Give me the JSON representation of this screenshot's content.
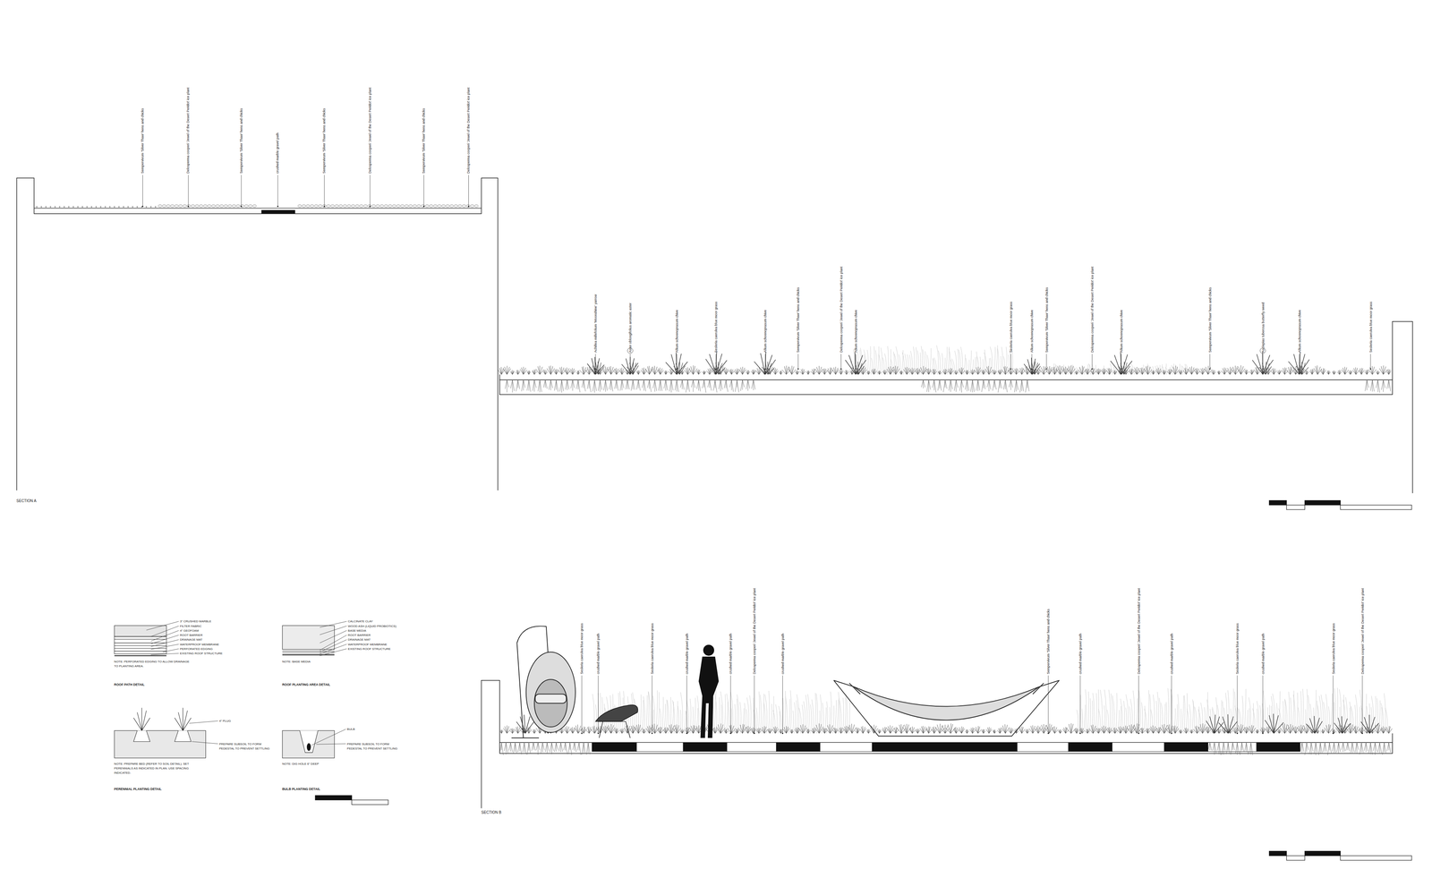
{
  "diagram": {
    "labels": [
      "Sempervivum 'Silver Thaw' hens and chicks",
      "Delosperma cooperi 'Jewel of the Desert Peridot' ice plant",
      "Sempervivum 'Silver Thaw' hens and chicks",
      "crushed marble gravel path",
      "Sempervivum 'Silver Thaw' hens and chicks",
      "Delosperma cooperi 'Jewel of the Desert Peridot' ice plant",
      "Sempervivum 'Silver Thaw' hens and chicks",
      "Delosperma cooperi 'Jewel of the Desert Peridot' ice plant",
      "Achillea millefolium 'Moonshine' yarrow",
      "Aster oblongifolius aromatic aster",
      "Allium schoenoprasum chive",
      "Sesleria caerulea blue moor grass",
      "Allium schoenoprasum chive",
      "Sempervivum 'Silver Thaw' hens and chicks",
      "Delosperma cooperi 'Jewel of the Desert Peridot' ice plant",
      "Allium schoenoprasum chive",
      "Sesleria caerulea blue moor grass",
      "Allium schoenoprasum chive",
      "Sempervivum 'Silver Thaw' hens and chicks",
      "Delosperma cooperi 'Jewel of the Desert Peridot' ice plant",
      "Allium schoenoprasum chive",
      "Sempervivum 'Silver Thaw' hens and chicks",
      "Asclepias tuberosa butterfly weed",
      "Allium schoenoprasum chive",
      "Sesleria caerulea blue moor grass",
      "Sesleria caerulea blue moor grass",
      "crushed marble gravel path",
      "Sesleria caerulea blue moor grass",
      "crushed marble gravel path",
      "crushed marble gravel path",
      "Delosperma cooperi 'Jewel of the Desert Peridot' ice plant",
      "crushed marble gravel path",
      "Sempervivum 'Silver Thaw' hens and chicks",
      "crushed marble gravel path",
      "Delosperma cooperi 'Jewel of the Desert Peridot' ice plant",
      "crushed marble gravel path",
      "Sesleria caerulea blue moor grass",
      "crushed marble gravel path",
      "Sesleria caerulea blue moor grass",
      "Delosperma cooperi 'Jewel of the Desert Peridot' ice plant",
      "SECTION A",
      "SECTION B",
      "3\" CRUSHED MARBLE",
      "FILTER FABRIC",
      "4\" GEOFOAM",
      "ROOT BARRIER",
      "DRAINAGE MAT",
      "WATERPROOF MEMBRANE",
      "PERFORATED EDGING",
      "EXISTING ROOF STRUCTURE",
      "NOTE: PERFORATED EDGING TO ALLOW DRAINAGE TO PLANTING AREA.",
      "ROOF PATH DETAIL",
      "CALCINATE CLAY",
      "WOOD ASH (LIQUID PROBIOTICS)",
      "BASE MEDIA",
      "ROOT BARRIER",
      "DRAINAGE MAT",
      "WATERPROOF MEMBRANE",
      "EXISTING ROOF STRUCTURE",
      "NOTE: BASE MEDIA",
      "ROOF PLANTING AREA DETAIL",
      "4\" PLUG",
      "PREPARE SUBSOIL TO FORM PEDESTAL TO PREVENT SETTLING",
      "NOTE: PREPARE BED (REFER TO SOIL DETAIL). SET PERENNIALS AS INDICATED IN PLAN. USE SPACING INDICATED.",
      "PERENNIAL PLANTING DETAIL",
      "BULB",
      "PREPARE SUBSOIL TO FORM PEDESTAL TO PREVENT SETTLING",
      "NOTE: DIG HOLE 6\" DEEP",
      "BULB PLANTING DETAIL"
    ]
  }
}
